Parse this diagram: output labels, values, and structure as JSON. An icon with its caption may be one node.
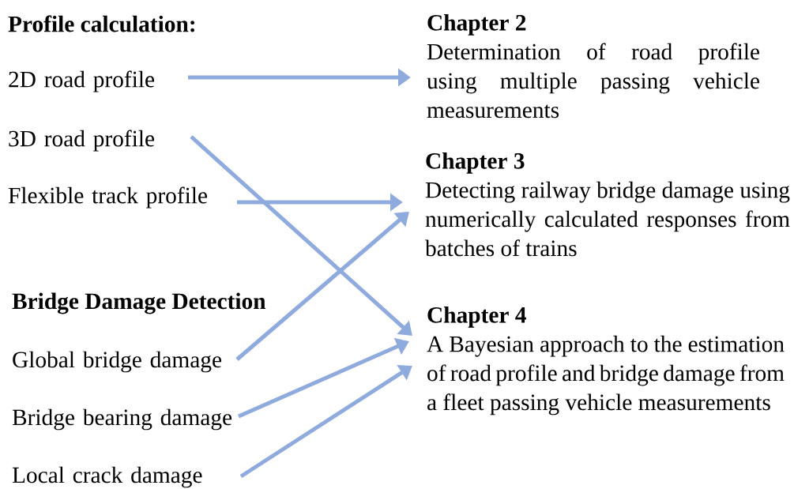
{
  "diagram": {
    "nodes": [
      {
        "text": [
          "2D road profile"
        ]
      },
      {
        "text": [
          "3D road profile"
        ]
      },
      {
        "text": [
          "Flexible track profile"
        ]
      },
      {
        "text": [
          "Global bridge damage"
        ]
      },
      {
        "text": [
          "Bridge bearing damage"
        ]
      },
      {
        "text": [
          "Local crack damage"
        ]
      },
      {
        "text": [
          "Chapter 2",
          "Determination of road profile using multiple passing vehicle measurements"
        ]
      },
      {
        "text": [
          "Chapter 3",
          "Detecting railway bridge damage using numerically calculated responses from batches of trains"
        ]
      },
      {
        "text": [
          "Chapter 4",
          "A Bayesian approach to the estimation of road profile and bridge damage from a fleet passing vehicle measurements"
        ]
      }
    ],
    "edges": [
      {
        "from": 0,
        "to": 6,
        "arrow": "to"
      },
      {
        "from": 1,
        "to": 8,
        "arrow": "to"
      },
      {
        "from": 2,
        "to": 7,
        "arrow": "to"
      },
      {
        "from": 3,
        "to": 7,
        "arrow": "to"
      },
      {
        "from": 4,
        "to": 8,
        "arrow": "to"
      },
      {
        "from": 5,
        "to": 8,
        "arrow": "to"
      }
    ],
    "labels": [
      "Profile calculation:",
      "Bridge Damage Detection"
    ]
  }
}
